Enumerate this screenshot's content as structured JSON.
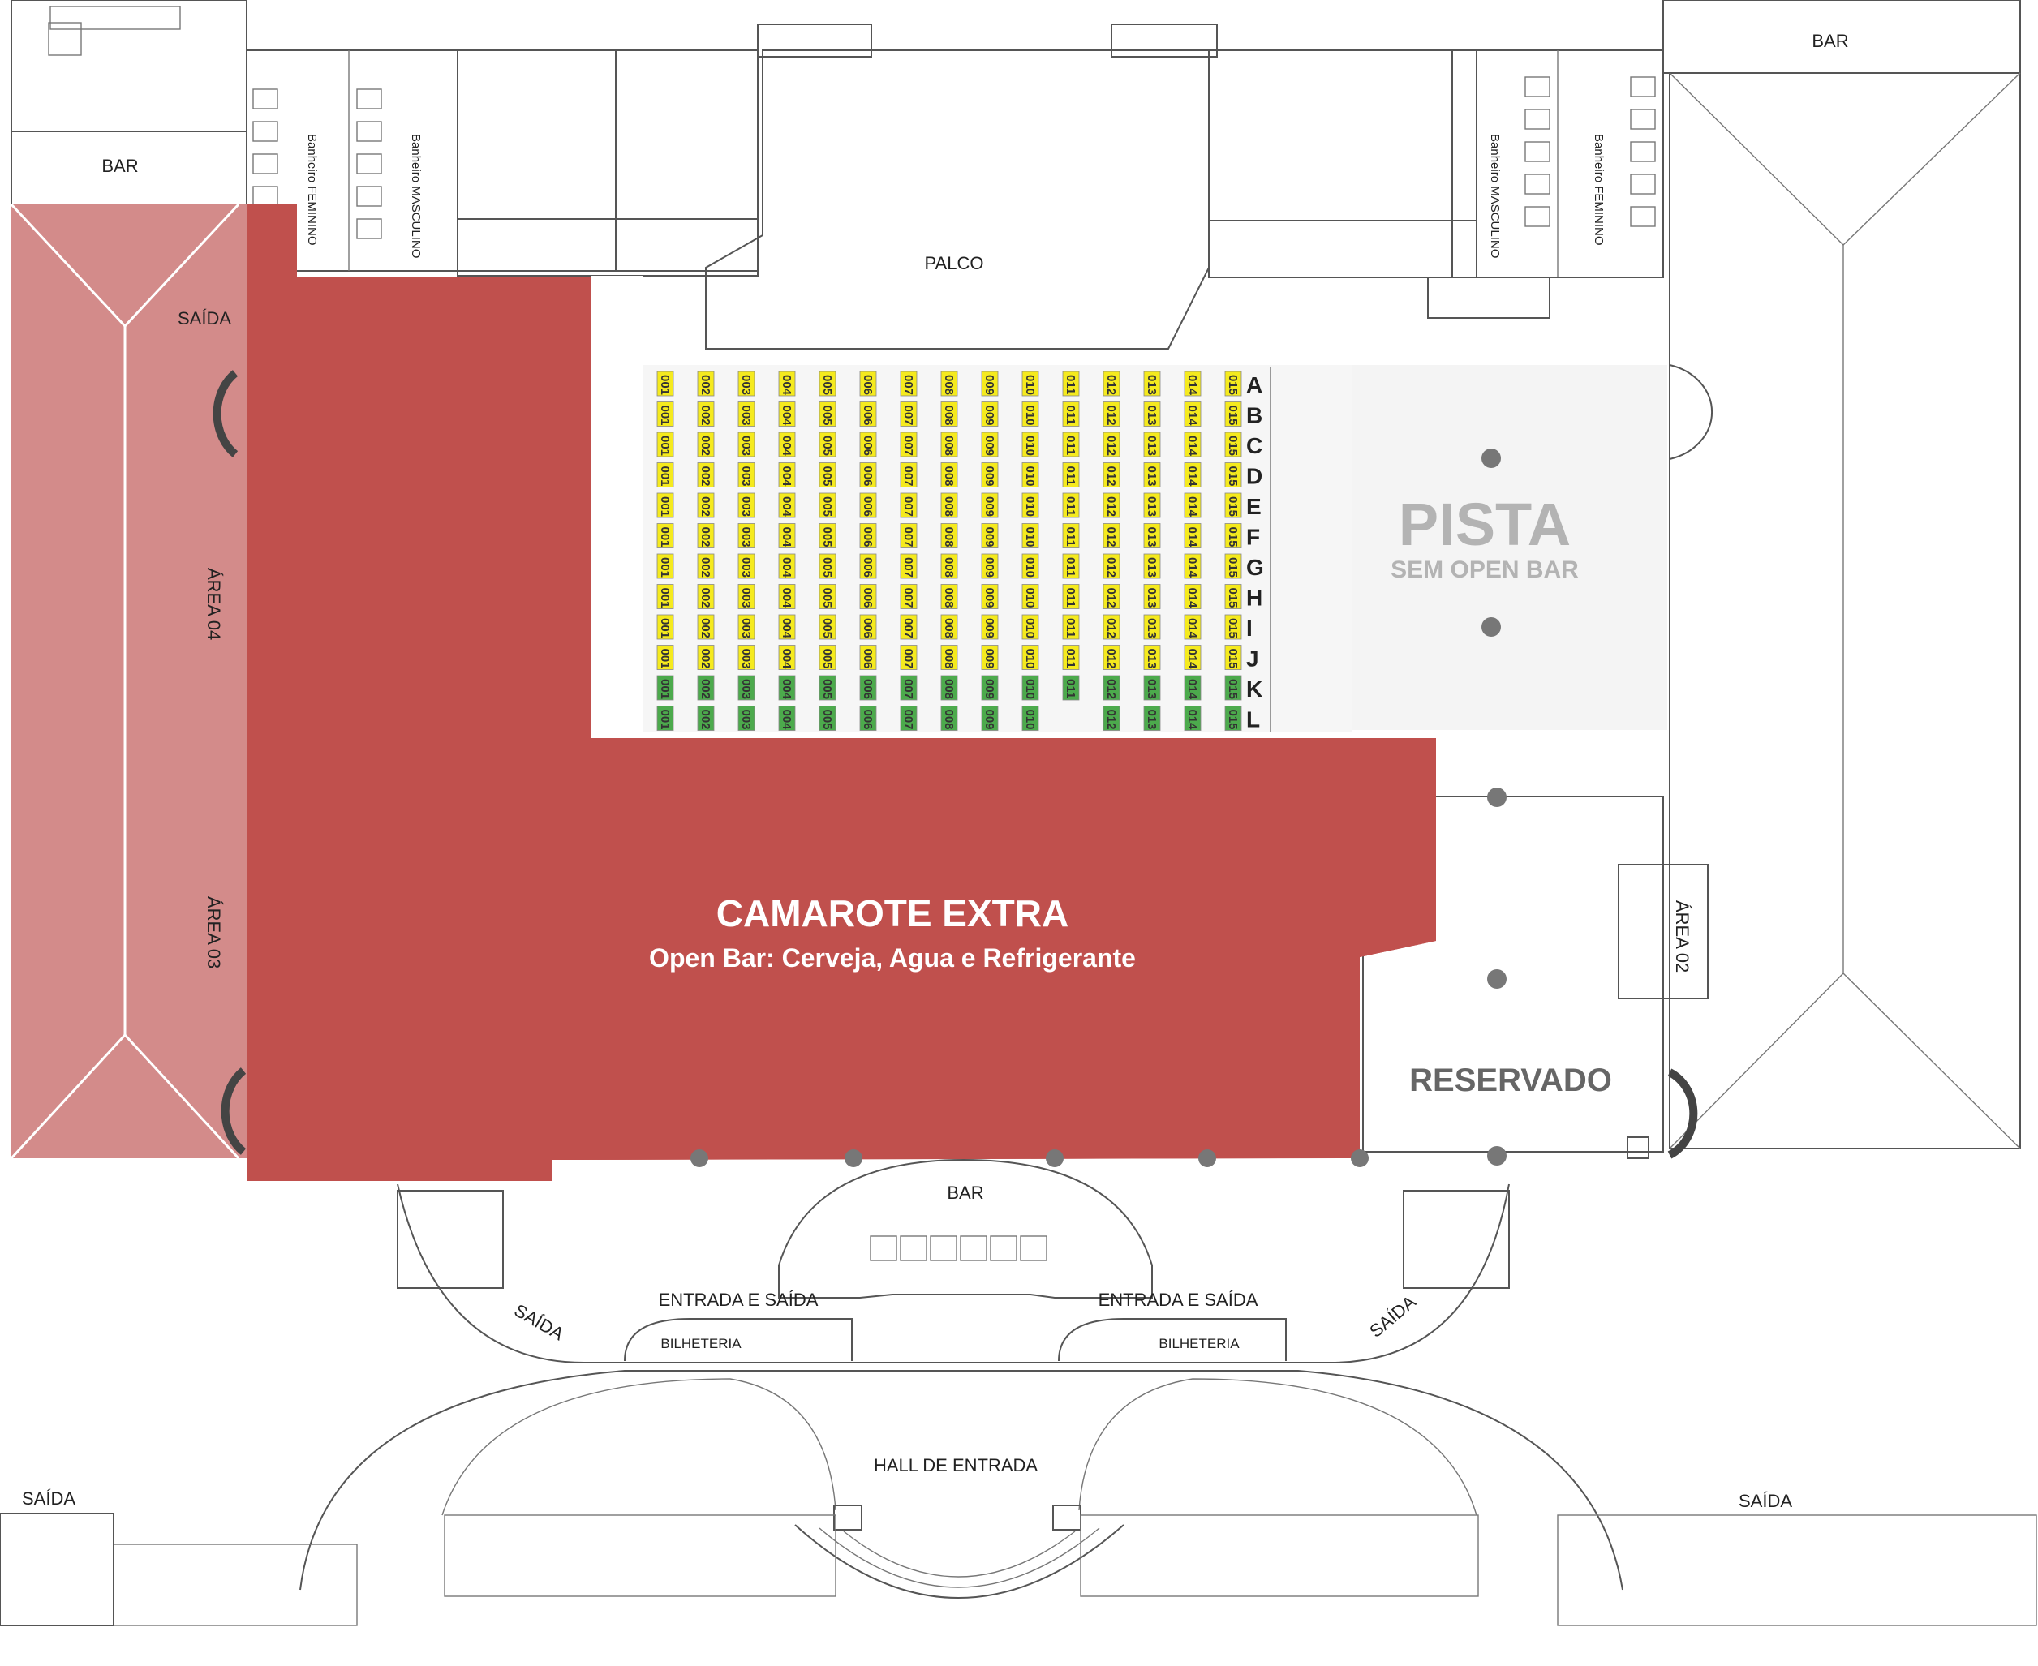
{
  "areas": {
    "camarote": {
      "title": "CAMAROTE EXTRA",
      "subtitle": "Open Bar: Cerveja, Agua e Refrigerante"
    },
    "pista": {
      "title": "PISTA",
      "subtitle": "SEM OPEN BAR"
    },
    "reservado": "RESERVADO",
    "palco": "PALCO",
    "hall": "HALL DE ENTRADA",
    "area02": "ÁREA 02",
    "area03": "ÁREA 03",
    "area04": "ÁREA 04"
  },
  "labels": {
    "bar": "BAR",
    "saida": "SAÍDA",
    "entrada_saida": "ENTRADA E SAÍDA",
    "bilheteria": "BILHETERIA",
    "banheiro_feminino": "Banheiro FEMININO",
    "banheiro_masculino": "Banheiro MASCULINO"
  },
  "seating": {
    "rows": [
      "A",
      "B",
      "C",
      "D",
      "E",
      "F",
      "G",
      "H",
      "I",
      "J",
      "K",
      "L"
    ],
    "seat_numbers": [
      "001",
      "002",
      "003",
      "004",
      "005",
      "006",
      "007",
      "008",
      "009",
      "010",
      "011",
      "012",
      "013",
      "014",
      "015"
    ],
    "premium_rows": [
      "K",
      "L"
    ],
    "row_L_missing": [
      "011"
    ]
  },
  "colors": {
    "camarote": "#c0504d",
    "side_area": "#d38b8a",
    "seat_standard": "#f5ea1e",
    "seat_premium": "#4caa4c",
    "pista_text": "#b3b3b3",
    "reservado_text": "#666666"
  }
}
